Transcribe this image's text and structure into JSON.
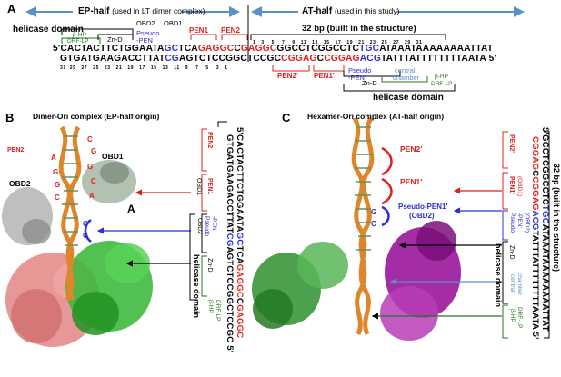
{
  "panels": {
    "a": "A",
    "b": "B",
    "c": "C"
  },
  "panelA": {
    "ep_half_bold": "EP-half",
    "ep_half_note": "(used in LT dimer complex)",
    "at_half_bold": "AT-half",
    "at_half_note": "(used in this study)",
    "helicase_domain": "helicase domain",
    "obd2": "OBD2",
    "obd1": "OBD1",
    "pen1": "PEN1",
    "pen2": "PEN2",
    "zn_d": "Zn-D",
    "beta_hp": "β-HP",
    "drf_lp": "DRF-LP",
    "pseudo_pen_top": "Pseudo",
    "pseudo_pen_bottom": "-PEN",
    "bp32": "32 bp (built in the structure)",
    "strand1_prefix": "5'",
    "strand1_a": "CACTACTTCTGGAATA",
    "strand1_b": "GC",
    "strand1_c": "TCA",
    "strand1_d": "GAGGC",
    "strand1_e": "C",
    "strand1_f": "GAGGC",
    "strand1_g": "GGCCTCGGCCTC",
    "strand1_h": "TGC",
    "strand1_i": "ATAAATAAAAAAAATTAT",
    "strand2_a": "GTGATGAAGACCTTAT",
    "strand2_b": "CG",
    "strand2_c": "AGTCTCCGGCTCCGC",
    "strand2_d": "CGGAG",
    "strand2_e": "C",
    "strand2_f": "CGGAG",
    "strand2_g": "ACG",
    "strand2_h": "TATTTATTTTTTTTAATA",
    "strand2_suffix": "5'",
    "top_numbers": "1   3    5    7    9   11   13   15   17   19   21   23   25   27   29   31",
    "bottom_numbers": "31  29   27   25   23   21   19   17   15   13   11   9    7    5    3   1",
    "pen2p": "PEN2'",
    "pen1p": "PEN1'",
    "pseudo_pen_p_top": "Pseudo",
    "pseudo_pen_p_bottom": "-PEN'",
    "zn_d2": "Zn-D",
    "central_chamber_top": "central",
    "central_chamber_bottom": "chamber",
    "beta_hp2": "β-HP",
    "drf_lp2": "DRF-LP",
    "helicase_domain2": "helicase domain"
  },
  "panelB": {
    "title": "Dimer-Ori complex  (EP-half origin)",
    "pen2": "PEN2",
    "obd1": "OBD1",
    "obd2": "OBD2",
    "label_a": "A",
    "letters": [
      "C",
      "G",
      "A",
      "G",
      "G",
      "G",
      "C",
      "C",
      "A"
    ],
    "c1": "C",
    "g1": "G",
    "side_pen2": "PEN2",
    "side_obd1": "OBD1",
    "side_pen1": "PEN1",
    "side_obd2": "OBD2",
    "side_pseudo": "Pseudo",
    "side_pen": "-PEN",
    "side_zn": "Zn-D",
    "side_beta": "β-HP",
    "side_drf": "DRF-LP",
    "side_helicase": "helicase domain",
    "seq1_a": "5'CACTACTTCTGGAATA",
    "seq1_b": "GC",
    "seq1_c": "TCA",
    "seq1_d": "GAGGC",
    "seq1_e": "C",
    "seq1_f": "GAGGC",
    "seq2_a": "GTGATGAAGACCTTAT",
    "seq2_b": "CG",
    "seq2_c": "AGTCTCCGGCTCCGC",
    "seq2_end": "5'"
  },
  "panelC": {
    "title": "Hexamer-Ori complex  (AT-half origin)",
    "pen2p": "PEN2'",
    "pen1p": "PEN1'",
    "pseudo_pen1p": "Pseudo-PEN1'",
    "obd2": "(OBD2)",
    "g": "G",
    "c": "C",
    "side_pen2p": "PEN2'",
    "side_pen1p": "PEN1'",
    "side_obd1": "(OBD1)",
    "side_pseudo": "Pseudo",
    "side_penp": "-PEN'",
    "side_obd2": "(OBD2)",
    "side_zn": "Zn-D",
    "side_central": "central",
    "side_chamber": "chamber",
    "side_beta": "β-HP",
    "side_drf": "DRF-LP",
    "side_helicase": "helicase domain",
    "side_32bp": "32 bp (built in the structure)",
    "seq1_a": "5'GCCTCGGCCTC",
    "seq1_b": "TGC",
    "seq1_c": "ATAAATAAAAAAAATTAT",
    "seq2_a": "CGGAG",
    "seq2_b": "C",
    "seq2_c": "CGGAG",
    "seq2_d": "ACG",
    "seq2_e": "TATTTATTTTTTTTAATA",
    "seq2_end": "5'"
  },
  "colors": {
    "arrow": "#5b8fc8",
    "red": "#e0211b",
    "blue": "#2b2fd6",
    "green": "#1d7a1d",
    "dna": "#e0862a",
    "protein_green": "#3ab83a",
    "protein_magenta": "#9a159a",
    "protein_salmon": "#e58c8c",
    "protein_grey": "#a8a8a8"
  }
}
